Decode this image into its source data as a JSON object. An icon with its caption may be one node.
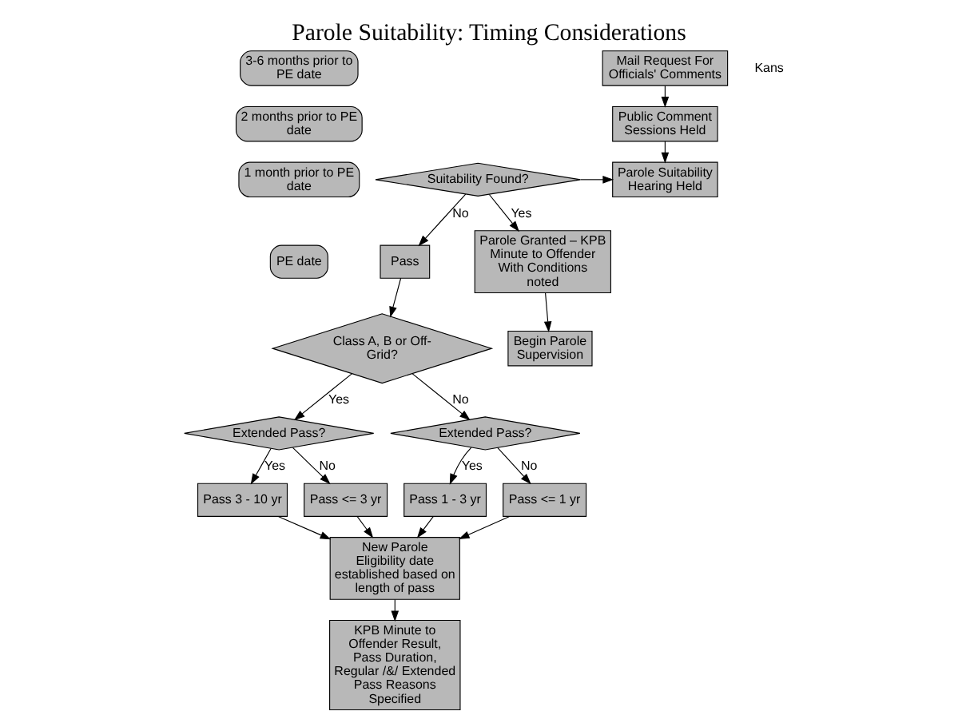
{
  "diagram": {
    "title": "Parole Suitability: Timing Considerations",
    "nodes": [
      {
        "text": [
          "3-6 months prior to PE date"
        ]
      },
      {
        "text": [
          "2 months prior to PE date"
        ]
      },
      {
        "text": [
          "1 month prior to PE date"
        ]
      },
      {
        "text": [
          "PE date"
        ]
      },
      {
        "text": [
          "Mail Request For Officials' Comments"
        ]
      },
      {
        "text": [
          "Public Comment Sessions Held"
        ]
      },
      {
        "text": [
          "Parole Suitability Hearing Held"
        ]
      },
      {
        "text": [
          "Suitability Found?"
        ]
      },
      {
        "text": [
          "Pass"
        ]
      },
      {
        "text": [
          "Class A, B or Off-Grid?"
        ]
      },
      {
        "text": [
          "Extended Pass?"
        ]
      },
      {
        "text": [
          "Extended Pass?"
        ]
      },
      {
        "text": [
          "Pass 3 - 10 yr"
        ]
      },
      {
        "text": [
          "Pass <= 3 yr"
        ]
      },
      {
        "text": [
          "Pass 1 - 3 yr"
        ]
      },
      {
        "text": [
          "Pass <= 1 yr"
        ]
      },
      {
        "text": [
          "New Parole Eligibility date established based on length of pass"
        ]
      },
      {
        "text": [
          "KPB Minute to Offender Result, Pass Duration, Regular /&/ Extended Pass Reasons Specified"
        ]
      },
      {
        "text": [
          "Parole Granted – KPB Minute to Offender With Conditions noted"
        ]
      },
      {
        "text": [
          "Begin Parole Supervision"
        ]
      }
    ],
    "edges": [
      {
        "from": 4,
        "to": 5,
        "arrow": "to"
      },
      {
        "from": 5,
        "to": 6,
        "arrow": "to"
      },
      {
        "from": 7,
        "to": 6,
        "arrow": "to"
      },
      {
        "from": 7,
        "to": 8,
        "arrow": "to",
        "label": "No"
      },
      {
        "from": 8,
        "to": 9,
        "arrow": "to"
      },
      {
        "from": 9,
        "to": 10,
        "arrow": "to",
        "label": "Yes"
      },
      {
        "from": 9,
        "to": 11,
        "arrow": "to",
        "label": "No"
      },
      {
        "from": 10,
        "to": 12,
        "arrow": "to",
        "label": "Yes"
      },
      {
        "from": 10,
        "to": 13,
        "arrow": "to",
        "label": "No"
      },
      {
        "from": 11,
        "to": 14,
        "arrow": "to",
        "label": "Yes"
      },
      {
        "from": 11,
        "to": 15,
        "arrow": "to",
        "label": "No"
      },
      {
        "from": 12,
        "to": 16,
        "arrow": "to"
      },
      {
        "from": 13,
        "to": 16,
        "arrow": "to"
      },
      {
        "from": 14,
        "to": 16,
        "arrow": "to"
      },
      {
        "from": 15,
        "to": 16,
        "arrow": "to"
      },
      {
        "from": 16,
        "to": 17,
        "arrow": "to"
      },
      {
        "from": 7,
        "to": 18,
        "arrow": "to",
        "label": "Yes"
      },
      {
        "from": 18,
        "to": 19,
        "arrow": "to"
      }
    ],
    "labels": [
      "Kans"
    ]
  }
}
